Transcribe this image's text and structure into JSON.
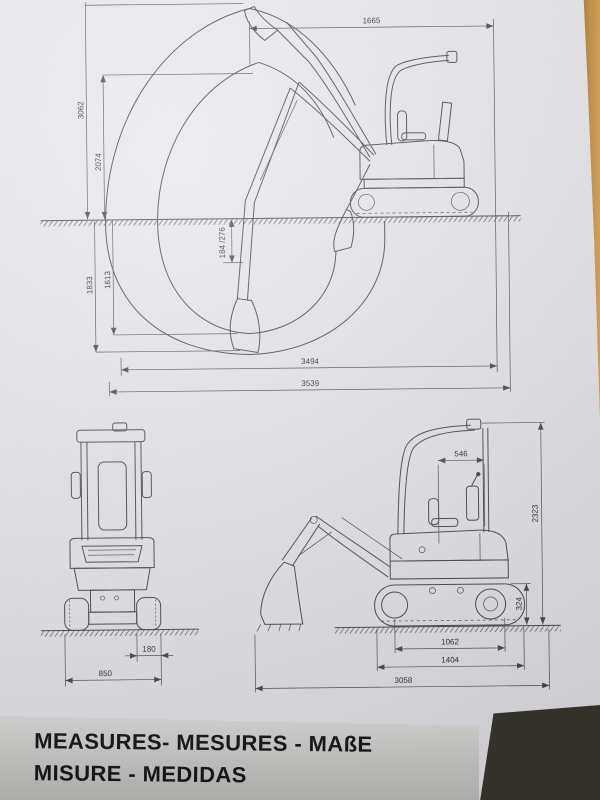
{
  "photo": {
    "paper_color": "#e3e2e7",
    "wood_edge_color": "#c08a3c",
    "ink_color": "#43434a"
  },
  "banner": {
    "line1": "MEASURES- MESURES - MAßE",
    "line2": "MISURE - MEDIDAS",
    "bg_color": "#c4c4c2",
    "text_color": "#151515",
    "accent_shape_color": "#36342c"
  },
  "working_range": {
    "dims": {
      "top_reach": "1665",
      "max_height": "3062",
      "dump_height": "2074",
      "dig_depth_outer": "1833",
      "dig_depth_vertical": "1613",
      "blade_range": "184 /276",
      "reach_at_ground": "3494",
      "max_reach": "3539"
    }
  },
  "front_view": {
    "dims": {
      "track_shoe_width": "180",
      "overall_width": "850"
    }
  },
  "side_view": {
    "dims": {
      "canopy_width": "546",
      "overall_height": "2323",
      "track_height": "324",
      "tumbler_distance": "1062",
      "track_length": "1404",
      "overall_length": "3058"
    }
  }
}
